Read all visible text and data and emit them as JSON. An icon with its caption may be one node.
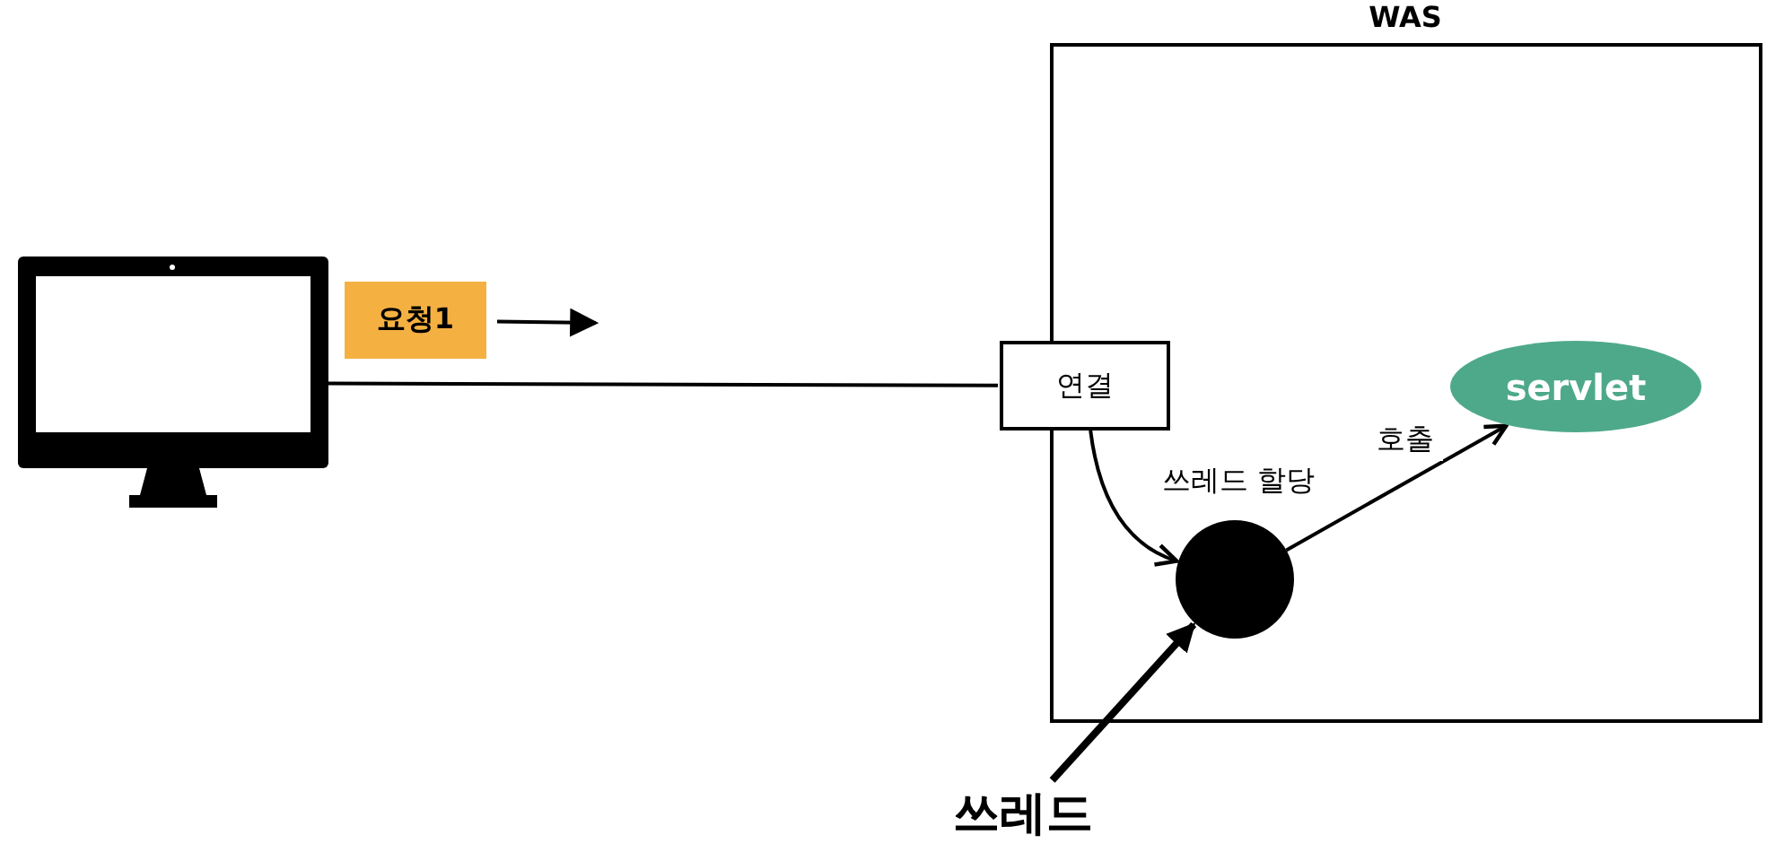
{
  "diagram": {
    "nodes": [
      {
        "text": [
          "WAS"
        ]
      },
      {
        "text": [],
        "shape": "picture"
      },
      {
        "text": [
          "요청1"
        ]
      },
      {
        "text": [
          "연결"
        ]
      },
      {
        "text": [],
        "shape": "circle",
        "in": 0
      },
      {
        "text": [
          "servlet"
        ],
        "in": 0
      },
      {
        "text": [
          "쓰레드"
        ]
      }
    ],
    "edges": [
      {
        "from": 1,
        "to": 3,
        "arrow": "none"
      },
      {
        "from": 3,
        "to": 4,
        "arrow": "to",
        "label": "쓰레드 할당"
      },
      {
        "from": 4,
        "to": 5,
        "arrow": "to",
        "label": "호출"
      },
      {
        "from": 6,
        "to": 4,
        "arrow": "to",
        "style": "thick"
      },
      {
        "from": 2,
        "to": null,
        "arrow": "to"
      }
    ]
  }
}
